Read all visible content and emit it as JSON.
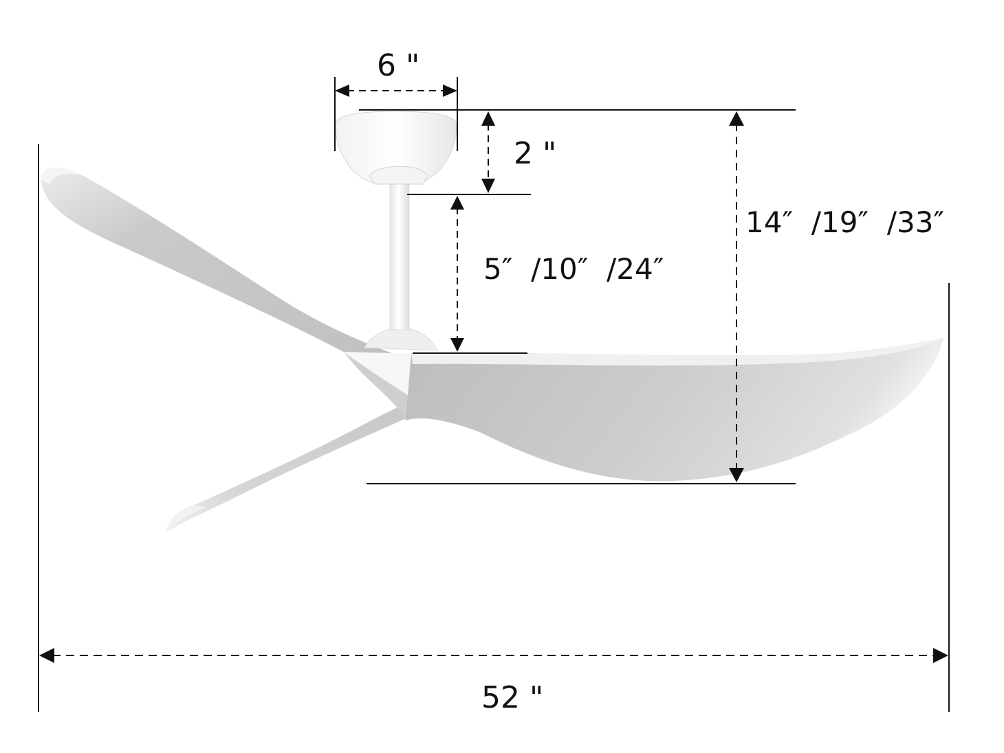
{
  "dimensions": {
    "canopy_width": "6 \"",
    "canopy_height": "2 \"",
    "downrod_lengths": "5″  /10″  /24″",
    "total_heights": "14″  /19″  /33″",
    "blade_span": "52 \""
  },
  "colors": {
    "line": "#111111",
    "fan_body": "#c4c4c4",
    "fan_light": "#efefef",
    "fan_white": "#fafafa"
  }
}
